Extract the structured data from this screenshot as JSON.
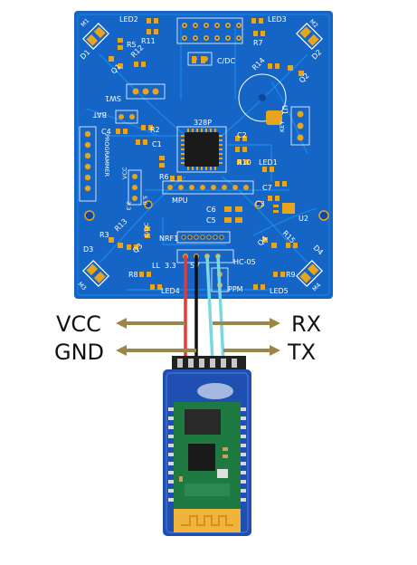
{
  "pcb": {
    "top_labels": [
      "LED2",
      "LED3",
      "R11",
      "R7"
    ],
    "labels": [
      {
        "id": "m1",
        "text": "M1"
      },
      {
        "id": "m2",
        "text": "M2"
      },
      {
        "id": "cdc1",
        "text": "C/DC"
      },
      {
        "id": "r5",
        "text": "R5"
      },
      {
        "id": "d1",
        "text": "D1"
      },
      {
        "id": "r12",
        "text": "R12"
      },
      {
        "id": "q1",
        "text": "Q1"
      },
      {
        "id": "sw1",
        "text": "SW1"
      },
      {
        "id": "bat",
        "text": "BAT"
      },
      {
        "id": "c4",
        "text": "C4"
      },
      {
        "id": "r2",
        "text": "R2"
      },
      {
        "id": "c1",
        "text": "C1"
      },
      {
        "id": "chip",
        "text": "328P"
      },
      {
        "id": "c2",
        "text": "C2"
      },
      {
        "id": "r10",
        "text": "R10"
      },
      {
        "id": "led1",
        "text": "LED1"
      },
      {
        "id": "r14",
        "text": "R14"
      },
      {
        "id": "q2",
        "text": "Q2"
      },
      {
        "id": "d2",
        "text": "D2"
      },
      {
        "id": "u1",
        "text": "U1"
      },
      {
        "id": "key",
        "text": "KEY"
      },
      {
        "id": "c7",
        "text": "C7"
      },
      {
        "id": "programmer",
        "text": "PROGRAMMER"
      },
      {
        "id": "vcc_small",
        "text": "VCC"
      },
      {
        "id": "r6",
        "text": "R6"
      },
      {
        "id": "mpu",
        "text": "MPU"
      },
      {
        "id": "c3",
        "text": "C3"
      },
      {
        "id": "u2",
        "text": "U2"
      },
      {
        "id": "c6",
        "text": "C6"
      },
      {
        "id": "c5",
        "text": "C5"
      },
      {
        "id": "v50",
        "text": "5.0"
      },
      {
        "id": "v33a",
        "text": "3.3"
      },
      {
        "id": "d3",
        "text": "D3"
      },
      {
        "id": "r3",
        "text": "R3"
      },
      {
        "id": "r13",
        "text": "R13"
      },
      {
        "id": "q3",
        "text": "Q3"
      },
      {
        "id": "cdc2",
        "text": "C/DC"
      },
      {
        "id": "nrf",
        "text": "NRF1"
      },
      {
        "id": "q4",
        "text": "Q4"
      },
      {
        "id": "r15",
        "text": "R15"
      },
      {
        "id": "d4",
        "text": "D4"
      },
      {
        "id": "m3",
        "text": "M3"
      },
      {
        "id": "m4",
        "text": "M4"
      },
      {
        "id": "r8",
        "text": "R8"
      },
      {
        "id": "ll",
        "text": "LL"
      },
      {
        "id": "v33b",
        "text": "3.3"
      },
      {
        "id": "v5",
        "text": "5V"
      },
      {
        "id": "hc05",
        "text": "HC-05"
      },
      {
        "id": "r9",
        "text": "R9"
      },
      {
        "id": "led4",
        "text": "LED4"
      },
      {
        "id": "ppm",
        "text": "PPM"
      },
      {
        "id": "led5",
        "text": "LED5"
      }
    ]
  },
  "signals": {
    "vcc": "VCC",
    "gnd": "GND",
    "rx": "RX",
    "tx": "TX"
  },
  "colors": {
    "board": "#1565c7",
    "copper": "#e8a41c",
    "arrow": "#9a8748",
    "wire_vcc": "#e53935",
    "wire_gnd": "#111111",
    "wire_rx": "#7ad8e0",
    "wire_tx": "#7ad8e0"
  }
}
